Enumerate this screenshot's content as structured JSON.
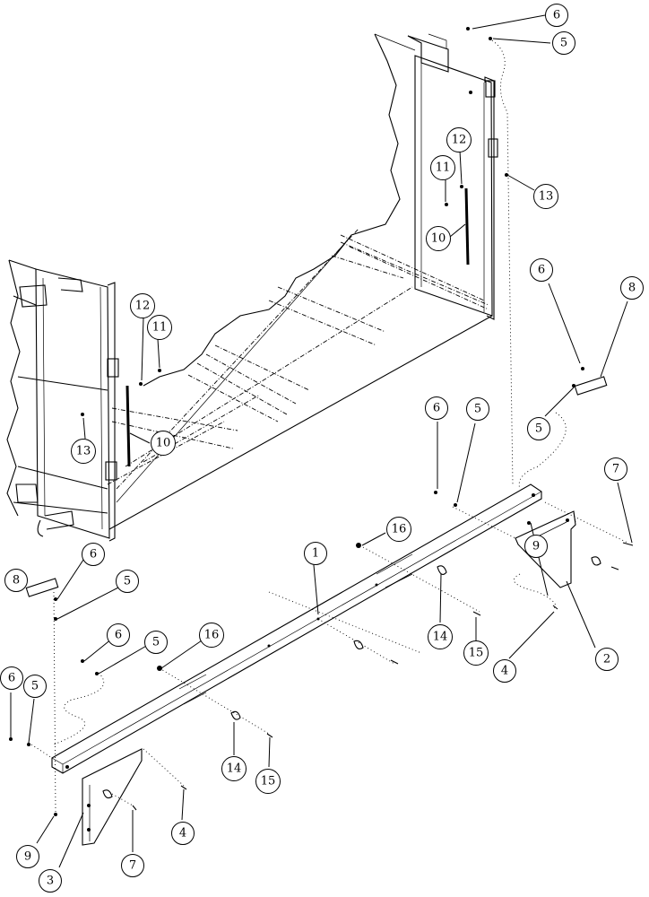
{
  "callouts": [
    {
      "id": "c6a",
      "label": "6"
    },
    {
      "id": "c5a",
      "label": "5"
    },
    {
      "id": "c12a",
      "label": "12"
    },
    {
      "id": "c11a",
      "label": "11"
    },
    {
      "id": "c13a",
      "label": "13"
    },
    {
      "id": "c10a",
      "label": "10"
    },
    {
      "id": "c6b",
      "label": "6"
    },
    {
      "id": "c8a",
      "label": "8"
    },
    {
      "id": "c5b",
      "label": "5"
    },
    {
      "id": "c12b",
      "label": "12"
    },
    {
      "id": "c11b",
      "label": "11"
    },
    {
      "id": "c13b",
      "label": "13"
    },
    {
      "id": "c10b",
      "label": "10"
    },
    {
      "id": "c6c",
      "label": "6"
    },
    {
      "id": "c5c",
      "label": "5"
    },
    {
      "id": "c7a",
      "label": "7"
    },
    {
      "id": "c16a",
      "label": "16"
    },
    {
      "id": "c1",
      "label": "1"
    },
    {
      "id": "c9a",
      "label": "9"
    },
    {
      "id": "c2",
      "label": "2"
    },
    {
      "id": "c14a",
      "label": "14"
    },
    {
      "id": "c15a",
      "label": "15"
    },
    {
      "id": "c4a",
      "label": "4"
    },
    {
      "id": "c6d",
      "label": "6"
    },
    {
      "id": "c5d",
      "label": "5"
    },
    {
      "id": "c8b",
      "label": "8"
    },
    {
      "id": "c6e",
      "label": "6"
    },
    {
      "id": "c5e",
      "label": "5"
    },
    {
      "id": "c16b",
      "label": "16"
    },
    {
      "id": "c6f",
      "label": "6"
    },
    {
      "id": "c5f",
      "label": "5"
    },
    {
      "id": "c14b",
      "label": "14"
    },
    {
      "id": "c15b",
      "label": "15"
    },
    {
      "id": "c4b",
      "label": "4"
    },
    {
      "id": "c9b",
      "label": "9"
    },
    {
      "id": "c3",
      "label": "3"
    },
    {
      "id": "c7b",
      "label": "7"
    }
  ]
}
